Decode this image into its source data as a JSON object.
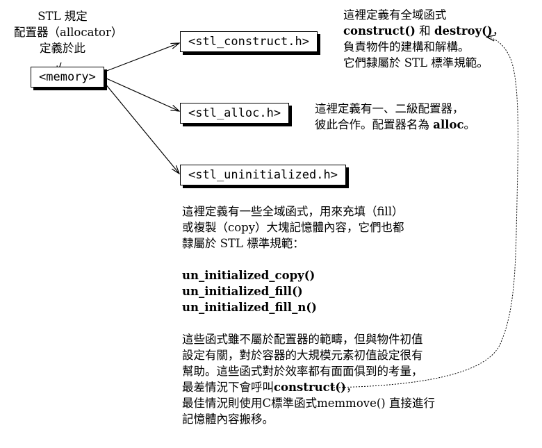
{
  "spec_note": {
    "line1": "STL 規定",
    "line2": "配置器（allocator）",
    "line3": "定義於此"
  },
  "boxes": {
    "memory": "<memory>",
    "construct": "<stl_construct.h>",
    "alloc": "<stl_alloc.h>",
    "uninit": "<stl_uninitialized.h>"
  },
  "construct_note": {
    "line1": "這裡定義有全域函式",
    "line2_a": "construct()",
    "line2_b": " 和 ",
    "line2_c": "destroy()",
    "line2_d": "，",
    "line3": "負責物件的建構和解構。",
    "line4": "它們隸屬於 STL 標準規範。"
  },
  "alloc_note": {
    "line1": "這裡定義有一、二級配置器，",
    "line2_a": "彼此合作。配置器名為 ",
    "line2_b": "alloc",
    "line2_c": "。"
  },
  "uninit_note": {
    "p1_l1": "這裡定義有一些全域函式，用來充填（fill）",
    "p1_l2": "或複製（copy）大塊記憶體內容，它們也都",
    "p1_l3": "隸屬於 STL 標準規範：",
    "f1": "un_initialized_copy()",
    "f2": "un_initialized_fill()",
    "f3": "un_initialized_fill_n()",
    "p2_l1": "這些函式雖不屬於配置器的範疇，但與物件初值",
    "p2_l2": "設定有關，對於容器的大規模元素初值設定很有",
    "p2_l3": "幫助。這些函式對於效率都有面面俱到的考量，",
    "p2_l4_a": "最差情況下會呼叫",
    "p2_l4_b": "construct()",
    "p2_l4_c": "，",
    "p2_l5": "最佳情況則使用C標準函式memmove() 直接進行",
    "p2_l6": "記憶體內容搬移。"
  }
}
